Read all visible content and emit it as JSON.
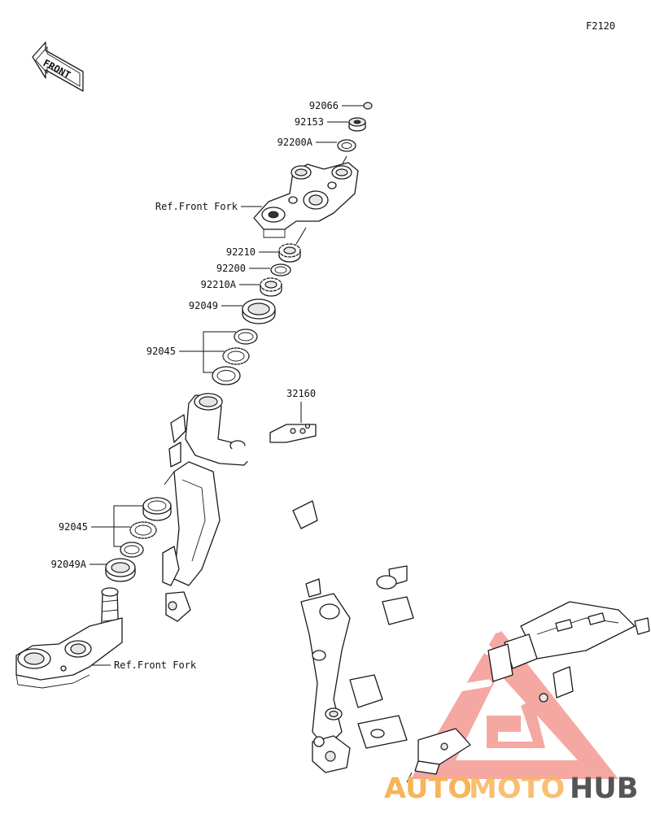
{
  "diagram_code": "F2120",
  "front_label": "FRONT",
  "labels": {
    "p92066": "92066",
    "p92153": "92153",
    "p92200A": "92200A",
    "ref_fork_top": "Ref.Front Fork",
    "p92210": "92210",
    "p92200": "92200",
    "p92210A": "92210A",
    "p92049": "92049",
    "p92045_top": "92045",
    "p32160": "32160",
    "p92045_bottom": "92045",
    "p92049A": "92049A",
    "ref_fork_bottom": "Ref.Front Fork"
  },
  "watermark": {
    "part1": "AUTO",
    "part2": "MOTO",
    "part3": "HUB",
    "color_red": "#f28b82",
    "color_orange": "#f7b45a",
    "color_gray": "#555555"
  }
}
